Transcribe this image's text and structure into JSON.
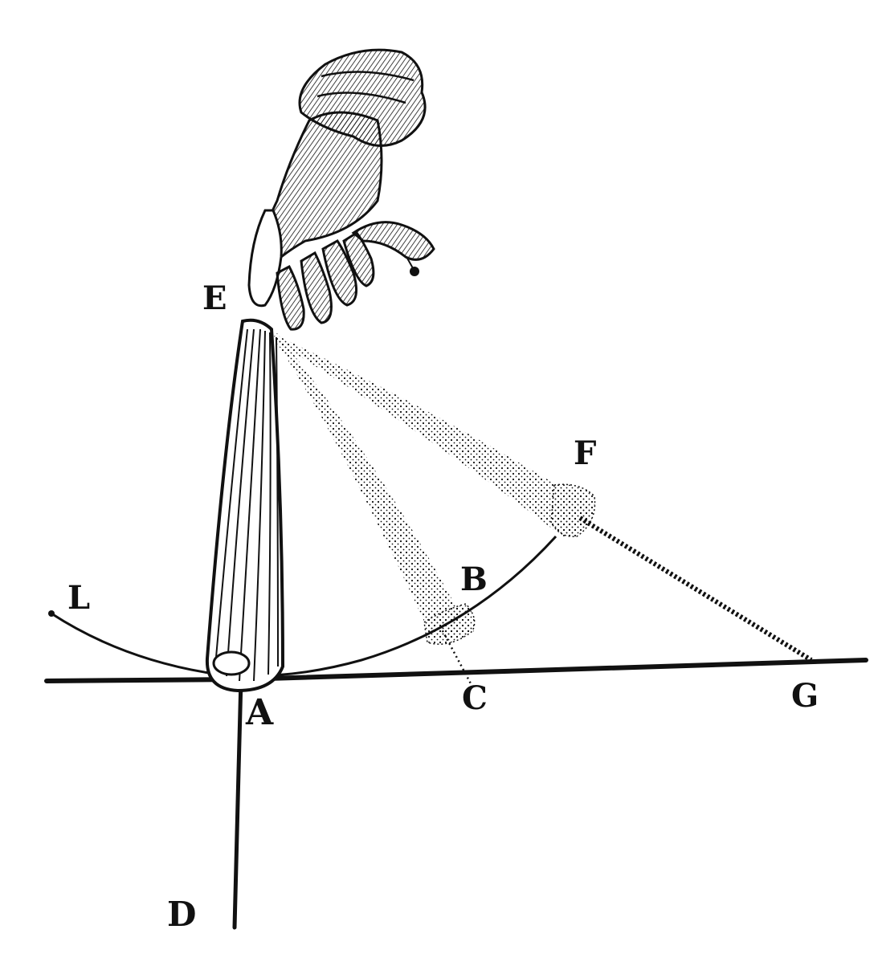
{
  "figure": {
    "labels": {
      "E": "E",
      "F": "F",
      "B": "B",
      "L": "L",
      "A": "A",
      "C": "C",
      "G": "G",
      "D": "D"
    }
  },
  "colors": {
    "ink": "#111111",
    "paper": "#ffffff"
  },
  "icons": {
    "hand": "hand-icon",
    "sling": "sling-icon"
  }
}
